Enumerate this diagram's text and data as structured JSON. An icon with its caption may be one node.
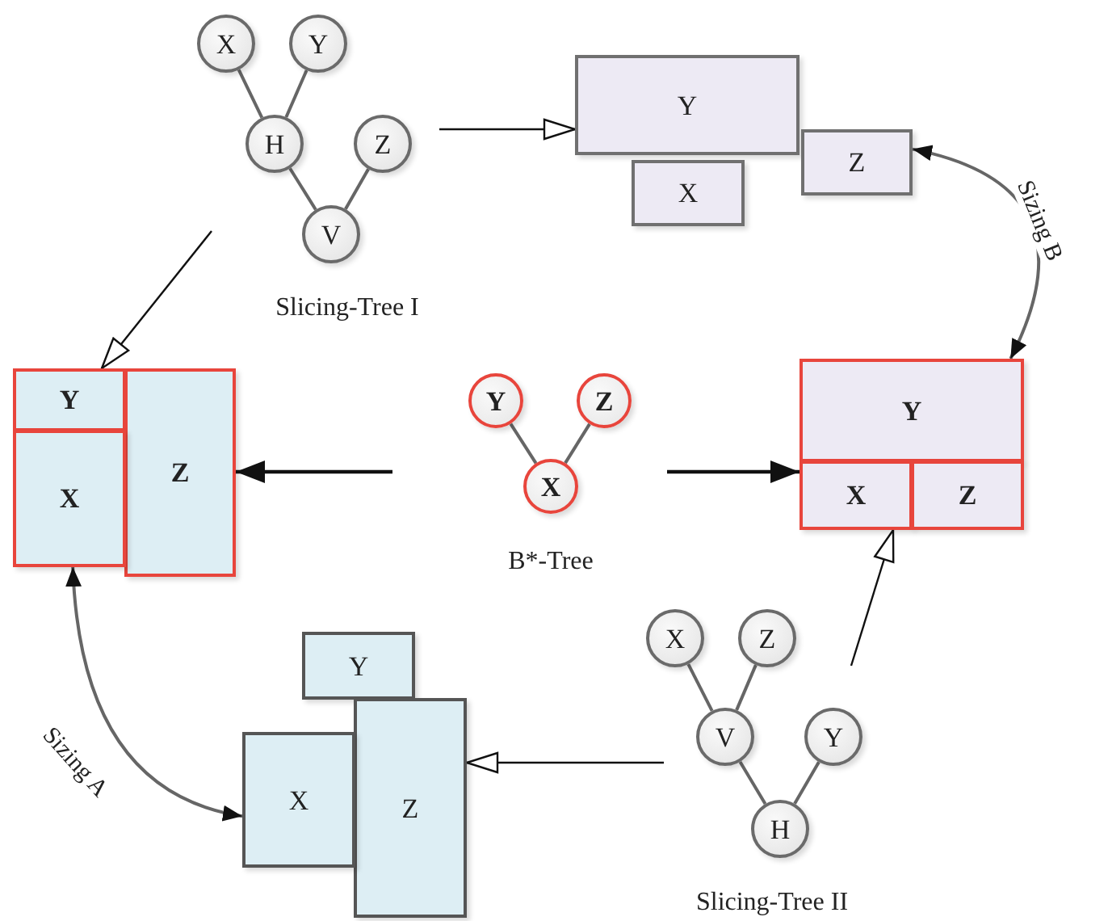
{
  "diagram": {
    "nodes": [
      {
        "text": [
          "X"
        ]
      },
      {
        "text": [
          "Y"
        ]
      },
      {
        "text": [
          "H"
        ]
      },
      {
        "text": [
          "Z"
        ]
      },
      {
        "text": [
          "V"
        ],
        "beside": [
          "Slicing-Tree I"
        ]
      },
      {
        "text": [
          "Y"
        ]
      },
      {
        "text": [
          "Z"
        ]
      },
      {
        "text": [
          "X"
        ]
      },
      {
        "text": [
          "Y"
        ]
      },
      {
        "text": [
          "Z"
        ]
      },
      {
        "text": [
          "X"
        ]
      },
      {
        "text": [
          "Y"
        ]
      },
      {
        "text": [
          "Z"
        ]
      },
      {
        "text": [
          "X"
        ],
        "beside": [
          "B*-Tree"
        ]
      },
      {
        "text": [
          "Y"
        ]
      },
      {
        "text": [
          "X"
        ]
      },
      {
        "text": [
          "Z"
        ]
      },
      {
        "text": [
          "Y"
        ]
      },
      {
        "text": [
          "Z"
        ]
      },
      {
        "text": [
          "X"
        ]
      },
      {
        "text": [
          "X"
        ]
      },
      {
        "text": [
          "Z"
        ]
      },
      {
        "text": [
          "V"
        ]
      },
      {
        "text": [
          "Y"
        ]
      },
      {
        "text": [
          "H"
        ],
        "beside": [
          "Slicing-Tree II"
        ]
      }
    ],
    "edges": [
      {
        "from": 2,
        "to": 0,
        "arrow": "none"
      },
      {
        "from": 2,
        "to": 1,
        "arrow": "none"
      },
      {
        "from": 4,
        "to": 2,
        "arrow": "none"
      },
      {
        "from": 4,
        "to": 3,
        "arrow": "none"
      },
      {
        "from": 13,
        "to": 11,
        "arrow": "none"
      },
      {
        "from": 13,
        "to": 12,
        "arrow": "none"
      },
      {
        "from": 22,
        "to": 20,
        "arrow": "none"
      },
      {
        "from": 22,
        "to": 21,
        "arrow": "none"
      },
      {
        "from": 24,
        "to": 22,
        "arrow": "none"
      },
      {
        "from": 24,
        "to": 23,
        "arrow": "none"
      },
      {
        "from": null,
        "to": 5,
        "arrow": "to"
      },
      {
        "from": null,
        "to": 8,
        "arrow": "to"
      },
      {
        "from": null,
        "to": 9,
        "arrow": "to"
      },
      {
        "from": null,
        "to": 15,
        "arrow": "to"
      },
      {
        "from": null,
        "to": 18,
        "arrow": "to"
      },
      {
        "from": null,
        "to": 15,
        "arrow": "to"
      },
      {
        "from": 6,
        "to": 14,
        "arrow": "both",
        "label": "Sizing B"
      },
      {
        "from": 10,
        "to": 19,
        "arrow": "both",
        "label": "Sizing A"
      }
    ]
  }
}
